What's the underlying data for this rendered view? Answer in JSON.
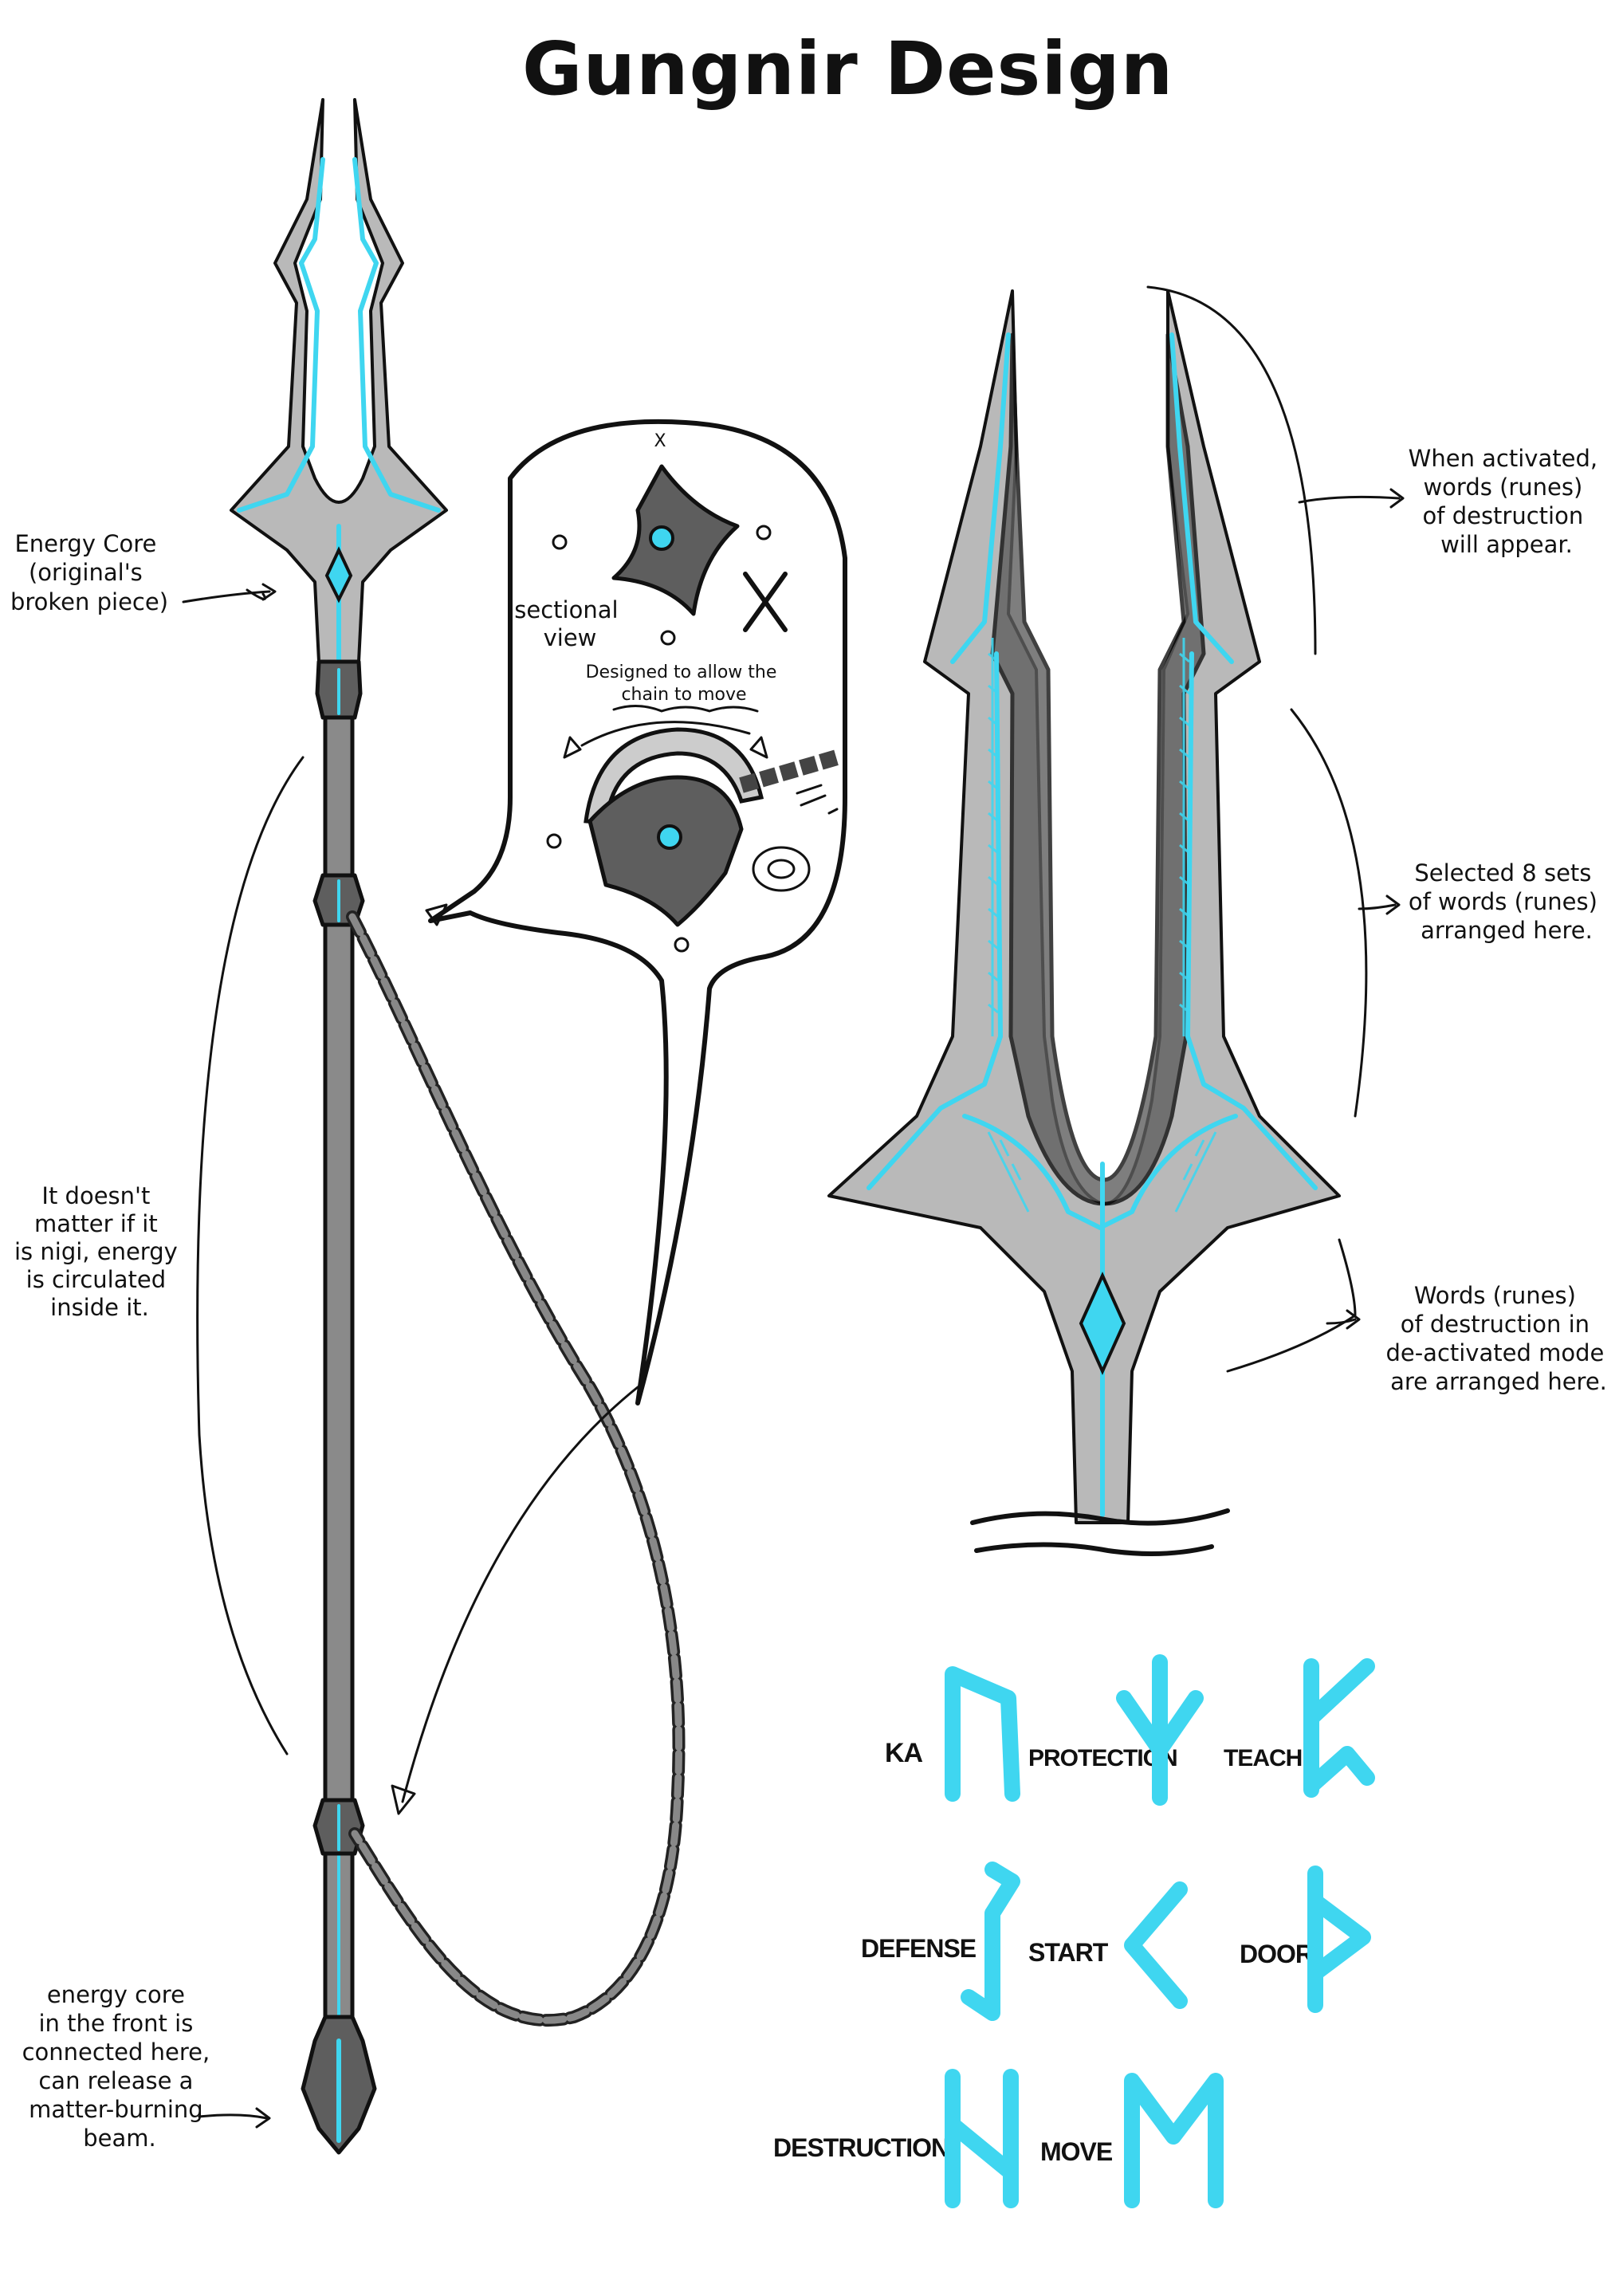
{
  "title": "Gungnir Design",
  "left_spear": {
    "labels": {
      "energy_core": [
        "Energy Core",
        "(original's",
        "broken piece)"
      ],
      "rigid": [
        "It doesn't",
        "matter if it",
        "is nigi, energy",
        "is circulated",
        "inside it."
      ],
      "front_core": [
        "energy core",
        "in the front is",
        "connected here,",
        "can release a",
        "matter-burning",
        "beam."
      ]
    }
  },
  "sectional": {
    "label": [
      "sectional",
      "view"
    ],
    "caption": [
      "Designed to allow the",
      "chain to move"
    ],
    "x_mark_small": "X",
    "x_mark_large": "X"
  },
  "right_head": {
    "labels": {
      "activated": [
        "When activated,",
        "words (runes)",
        "of destruction",
        "will appear."
      ],
      "selected": [
        "Selected 8 sets",
        "of words (runes)",
        "arranged here."
      ],
      "deactivated": [
        "Words (runes)",
        "of destruction in",
        "de-activated mode",
        "are arranged here."
      ]
    }
  },
  "runes": [
    {
      "word": "KA",
      "glyph": "ka"
    },
    {
      "word": "PROTECTION",
      "glyph": "protection"
    },
    {
      "word": "TEACH",
      "glyph": "teach"
    },
    {
      "word": "DEFENSE",
      "glyph": "defense"
    },
    {
      "word": "START",
      "glyph": "start"
    },
    {
      "word": "DOOR",
      "glyph": "door"
    },
    {
      "word": "DESTRUCTION",
      "glyph": "destruction"
    },
    {
      "word": "MOVE",
      "glyph": "move"
    }
  ],
  "colors": {
    "glow": "#3fd6f0",
    "metal": "#8a8a8a",
    "ink": "#111111"
  }
}
